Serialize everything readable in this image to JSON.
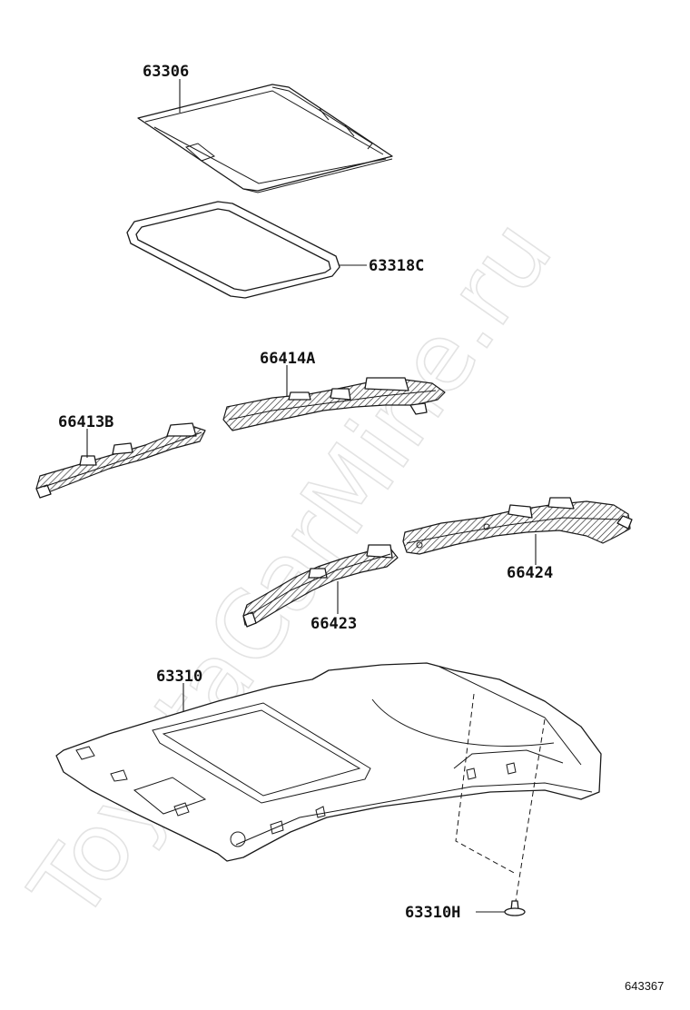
{
  "watermark": "ToyotaCarMine.ru",
  "diagram_id": "643367",
  "parts": {
    "sunshade": "63306",
    "weatherstrip": "63318C",
    "rail_66414a": "66414A",
    "rail_66413b": "66413B",
    "rail_66424": "66424",
    "rail_66423": "66423",
    "headliner": "63310",
    "clip": "63310H"
  }
}
